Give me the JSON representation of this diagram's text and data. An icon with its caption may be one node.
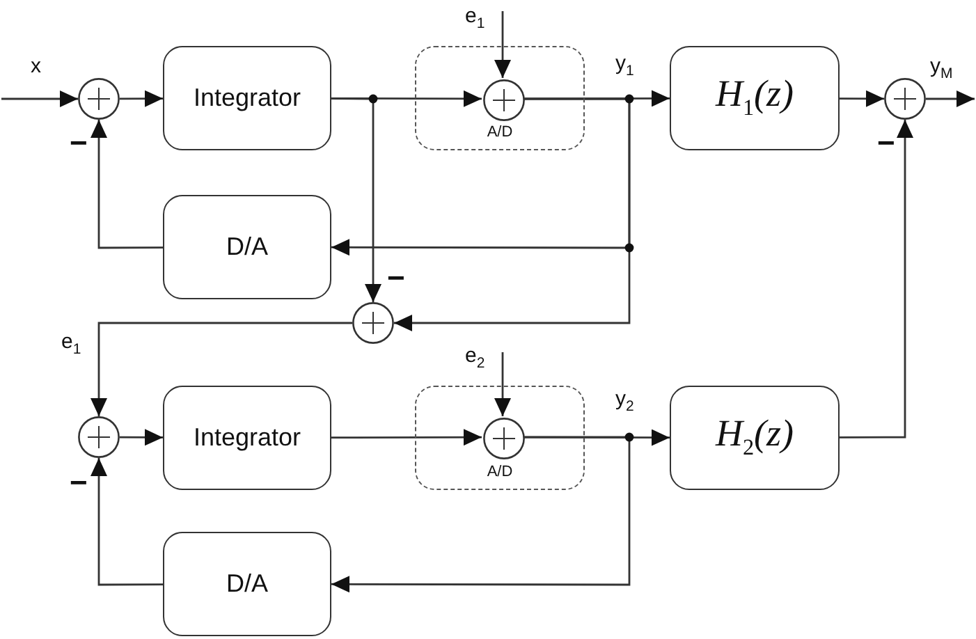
{
  "diagram": {
    "nodes": [
      {
        "text": [],
        "shape": "circle"
      },
      {
        "text": [
          "Integrator"
        ]
      },
      {
        "text": [
          "A/D"
        ]
      },
      {
        "text": [],
        "shape": "circle",
        "in": 2
      },
      {
        "text": [
          "H$_{1}$(z)"
        ]
      },
      {
        "text": [],
        "shape": "circle"
      },
      {
        "text": [
          "D/A"
        ]
      },
      {
        "text": [],
        "shape": "circle"
      },
      {
        "text": [
          "Integrator"
        ]
      },
      {
        "text": [
          "A/D"
        ]
      },
      {
        "text": [],
        "shape": "circle",
        "in": 9
      },
      {
        "text": [
          "H$_{2}$(z)"
        ]
      },
      {
        "text": [],
        "shape": "circle"
      },
      {
        "text": [
          "D/A"
        ]
      }
    ],
    "edges": [
      {
        "from": null,
        "to": 0,
        "arrow": "to",
        "label": "x"
      },
      {
        "from": 0,
        "to": 1,
        "arrow": "to"
      },
      {
        "from": 1,
        "to": 3,
        "arrow": "to"
      },
      {
        "from": 1,
        "to": 7,
        "arrow": "to"
      },
      {
        "from": 3,
        "to": 4,
        "arrow": "to",
        "label": "y$_{1}$"
      },
      {
        "from": 3,
        "to": 6,
        "arrow": "to"
      },
      {
        "from": 3,
        "to": 7,
        "arrow": "to"
      },
      {
        "from": 4,
        "to": 5,
        "arrow": "to"
      },
      {
        "from": 5,
        "to": null,
        "arrow": "to",
        "label": "y$_{M}$"
      },
      {
        "from": 6,
        "to": 0,
        "arrow": "to"
      },
      {
        "from": null,
        "to": 3,
        "arrow": "to",
        "label": "e$_{1}$"
      },
      {
        "from": 7,
        "to": 12,
        "arrow": "to",
        "label": "e$_{1}$"
      },
      {
        "from": 12,
        "to": 8,
        "arrow": "to"
      },
      {
        "from": 8,
        "to": 10,
        "arrow": "to"
      },
      {
        "from": null,
        "to": 10,
        "arrow": "to",
        "label": "e$_{2}$"
      },
      {
        "from": 10,
        "to": 11,
        "arrow": "to",
        "label": "y$_{2}$"
      },
      {
        "from": 10,
        "to": 13,
        "arrow": "to"
      },
      {
        "from": 13,
        "to": 12,
        "arrow": "to"
      },
      {
        "from": 11,
        "to": 5,
        "arrow": "to"
      }
    ],
    "labels": [
      "−",
      "−",
      "−",
      "−"
    ]
  }
}
